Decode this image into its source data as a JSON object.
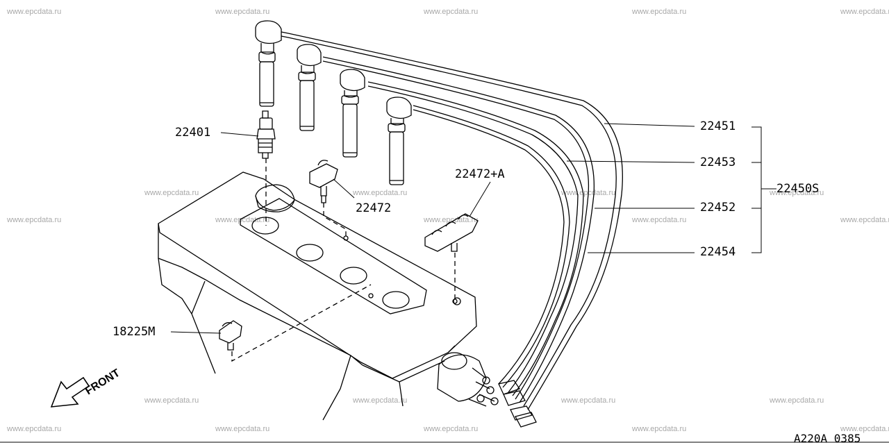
{
  "watermark": "www.epcdata.ru",
  "diagram_code": "A220A 0385",
  "front_label": "FRONT",
  "parts": {
    "spark_plug": "22401",
    "cord_1": "22451",
    "cord_3": "22453",
    "cord_2": "22452",
    "cord_4": "22454",
    "cord_set": "22450S",
    "clamp": "22472",
    "clamp_a": "22472+A",
    "clip": "18225M"
  }
}
